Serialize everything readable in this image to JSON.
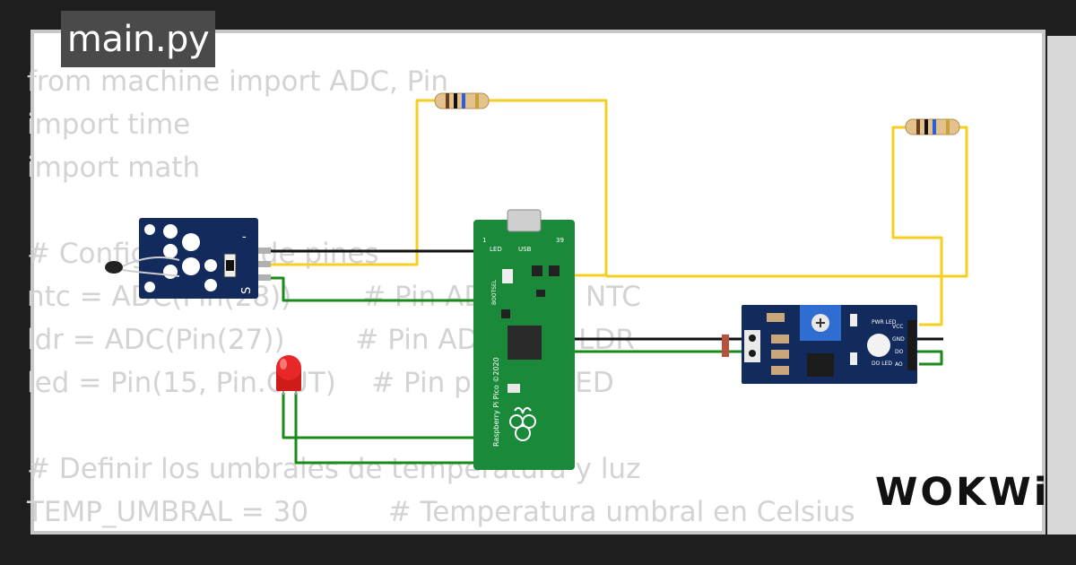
{
  "tab": {
    "label": "main.py"
  },
  "code_lines": [
    "from machine import ADC, Pin",
    "import time",
    "import math",
    "",
    "# Configuración de pines",
    "ntc = ADC(Pin(28))        # Pin ADC para NTC",
    "ldr = ADC(Pin(27))        # Pin ADC para LDR",
    "led = Pin(15, Pin.OUT)    # Pin para el LED",
    "",
    "# Definir los umbrales de temperatura y luz",
    "TEMP_UMBRAL = 30         # Temperatura umbral en Celsius"
  ],
  "pico": {
    "board_label": "Raspberry Pi Pico ©2020",
    "usb_label": "USB",
    "led_label": "LED",
    "bootsel_label": "BOOTSEL",
    "pin1": "1",
    "pin39": "39"
  },
  "ntc_module": {
    "pin_label": "S",
    "minus_label": "-"
  },
  "ldr_module": {
    "pwr_led": "PWR LED",
    "do_led": "DO LED",
    "vcc": "VCC",
    "gnd": "GND",
    "do": "DO",
    "ao": "AO"
  },
  "brand": {
    "logo": "WOKWi"
  },
  "colors": {
    "wire_yellow": "#f5cf1f",
    "wire_green": "#198a1b",
    "wire_black": "#111111",
    "pico_green": "#1a8a3a",
    "sensor_blue": "#132b5c",
    "led_red": "#e02020"
  }
}
